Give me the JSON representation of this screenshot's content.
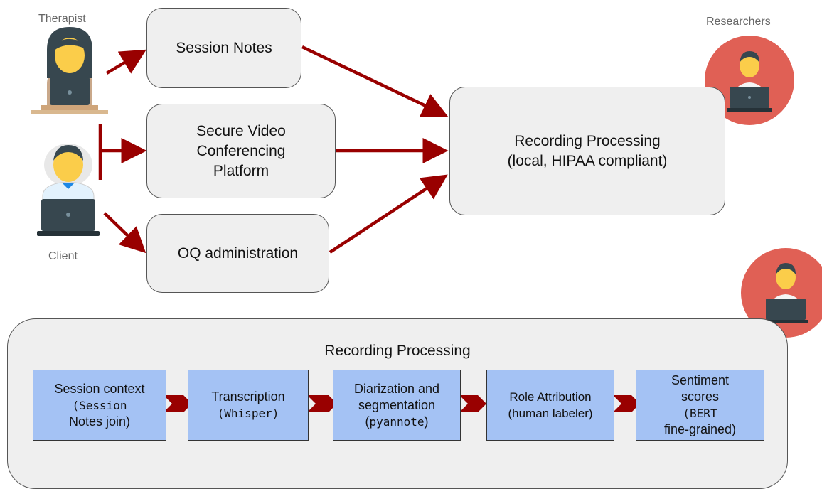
{
  "actors": {
    "therapist": "Therapist",
    "client": "Client",
    "researchers": "Researchers"
  },
  "top_boxes": {
    "session_notes": "Session Notes",
    "video_platform": "Secure Video\nConferencing\nPlatform",
    "oq_admin": "OQ administration",
    "recording_processing": "Recording Processing\n(local, HIPAA compliant)"
  },
  "pipeline": {
    "title": "Recording Processing",
    "steps": [
      {
        "line1": "Session context",
        "mono": "(Session",
        "line3": "Notes join)"
      },
      {
        "line1": "Transcription",
        "mono_open": "(",
        "mono": "Whisper",
        "mono_close": ")"
      },
      {
        "line1": "Diarization and",
        "line2": "segmentation",
        "mono": "pyannote"
      },
      {
        "line1": "Role Attribution",
        "line2": "(human labeler)"
      },
      {
        "line1": "Sentiment",
        "line2": "scores",
        "mono": "(BERT",
        "line4": "fine-grained)"
      }
    ]
  },
  "colors": {
    "arrow": "#990000",
    "box_fill": "#efefef",
    "step_fill": "#a4c2f4",
    "avatar_circle": "#e06055",
    "person_skin": "#fbcd4a",
    "laptop": "#37474f"
  }
}
